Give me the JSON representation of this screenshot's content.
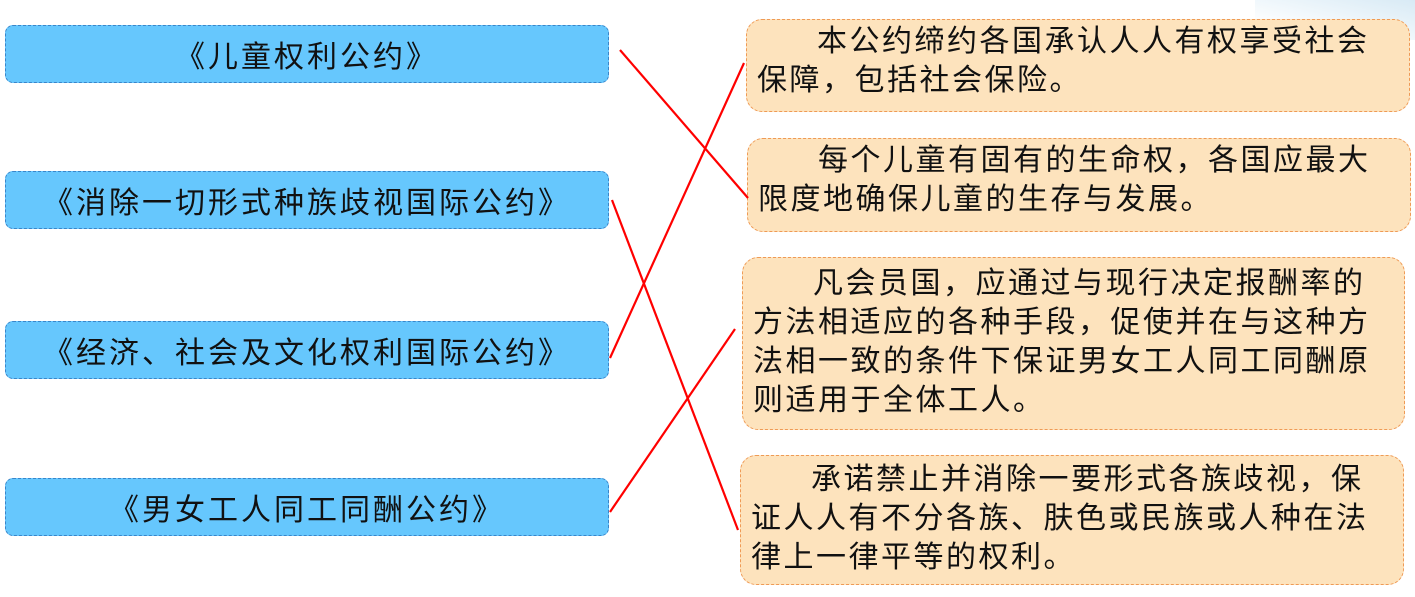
{
  "conventions": [
    {
      "label": "《儿童权利公约》"
    },
    {
      "label": "《消除一切形式种族歧视国际公约》"
    },
    {
      "label": "《经济、社会及文化权利国际公约》"
    },
    {
      "label": "《男女工人同工同酬公约》"
    }
  ],
  "descriptions": [
    {
      "text": "本公约缔约各国承认人人有权享受社会保障，包括社会保险。"
    },
    {
      "text": "每个儿童有固有的生命权，各国应最大限度地确保儿童的生存与发展。"
    },
    {
      "text": "凡会员国，应通过与现行决定报酬率的方法相适应的各种手段，促使并在与这种方法相一致的条件下保证男女工人同工同酬原则适用于全体工人。"
    },
    {
      "text": "承诺禁止并消除一要形式各族歧视，保证人人有不分各族、肤色或民族或人种在法律上一律平等的权利。"
    }
  ],
  "matches": [
    {
      "from": "《儿童权利公约》",
      "to": 2
    },
    {
      "from": "《消除一切形式种族歧视国际公约》",
      "to": 4
    },
    {
      "from": "《经济、社会及文化权利国际公约》",
      "to": 1
    },
    {
      "from": "《男女工人同工同酬公约》",
      "to": 3
    }
  ],
  "colors": {
    "left_fill": "#66c7fd",
    "left_border": "#3a85c9",
    "right_fill": "#fde3bd",
    "right_border": "#ef9a55",
    "line": "#ff0000"
  }
}
